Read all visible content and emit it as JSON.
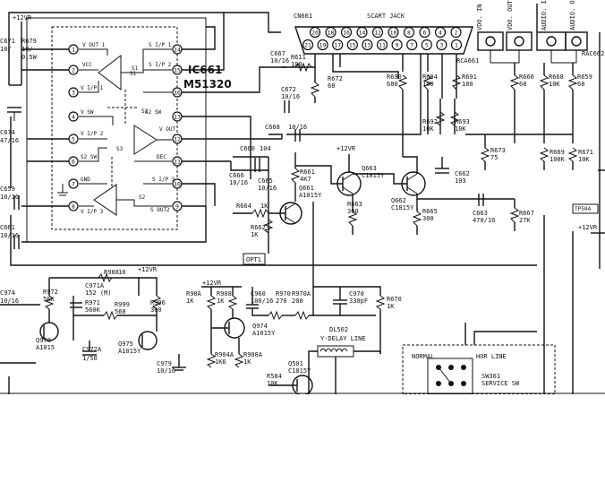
{
  "ic": {
    "ref": "IC661",
    "part": "M51320",
    "pins_left": [
      "1",
      "2",
      "3",
      "4",
      "5",
      "6",
      "7",
      "8"
    ],
    "pins_right": [
      "14",
      "15",
      "16",
      "13",
      "12",
      "11",
      "10",
      "9"
    ],
    "labels": [
      "V OUT 1",
      "VCC",
      "V I/P 1",
      "S1",
      "V SW",
      "V I/P 2",
      "S2 SW",
      "GND",
      "V I/P 3",
      "S I/P 1",
      "S I/P 2",
      "S2 SW",
      "V OUT",
      "DEC",
      "S I/P 3",
      "S OUT2",
      "S2",
      "S3",
      "S2",
      "S1"
    ]
  },
  "scart": {
    "title": "SCART JACK",
    "ref": "CN661",
    "connector": "RCA661",
    "pins_top": [
      "20",
      "18",
      "16",
      "14",
      "12",
      "10",
      "8",
      "6",
      "4",
      "2"
    ],
    "pins_bottom": [
      "21",
      "19",
      "17",
      "15",
      "13",
      "11",
      "9",
      "7",
      "5",
      "3",
      "1"
    ]
  },
  "rca": {
    "ref": "RAC662",
    "jacks": [
      "VDO. IN",
      "VDO. OUT",
      "AUDIO. IN",
      "AUDIO. OUT"
    ]
  },
  "parts": [
    "+12VR",
    "C671",
    "R679",
    "10/",
    "10/",
    "0.5W",
    "C674",
    "47/16",
    "C659",
    "10/16",
    "C661",
    "10/16",
    "C667",
    "10/16",
    "R611",
    "100",
    "R672",
    "68",
    "R690",
    "680",
    "R694",
    "100",
    "R691",
    "100",
    "R666",
    "68",
    "R668",
    "10K",
    "R659",
    "68",
    "C672",
    "10/16",
    "C668",
    "10/16",
    "R692",
    "10K",
    "R693",
    "10K",
    "C660",
    "104",
    "C666",
    "10/16",
    "C665",
    "10/16",
    "R661",
    "4K7",
    "Q661",
    "A1015Y",
    "+12VR",
    "Q663",
    "C1815Y",
    "Q662",
    "C1815Y",
    "C662",
    "103",
    "R663",
    "300",
    "R665",
    "300",
    "R664",
    "1K",
    "R662",
    "1K",
    "R673",
    "75",
    "R669",
    "100K",
    "R671",
    "10K",
    "C663",
    "470/16",
    "R667",
    "27K",
    "OPT1",
    "R988",
    "10",
    "+12VR",
    "C974",
    "10/16",
    "R972",
    "56K",
    "C971A",
    "152 (M)",
    "R971",
    "560K",
    "R999",
    "560",
    "R996",
    "300",
    "Q970",
    "A1015",
    "C972A",
    "1/50",
    "Q975",
    "A1015Y",
    "C979",
    "10/16",
    "R90A",
    "1K",
    "+12VR",
    "R908",
    "1K",
    "C960",
    "100/16",
    "R970",
    "270",
    "R970A",
    "200",
    "C970",
    "330pF",
    "R670",
    "1K",
    "Q974",
    "A1015Y",
    "R904A",
    "1K6",
    "R908A",
    "1K",
    "DL502",
    "Y-DELAY LINE",
    "Q501",
    "C1815Y",
    "R584",
    "10K",
    "NORMAL",
    "HOR LINE",
    "SW301",
    "SERVICE SW",
    "TP504",
    "+12VR"
  ]
}
